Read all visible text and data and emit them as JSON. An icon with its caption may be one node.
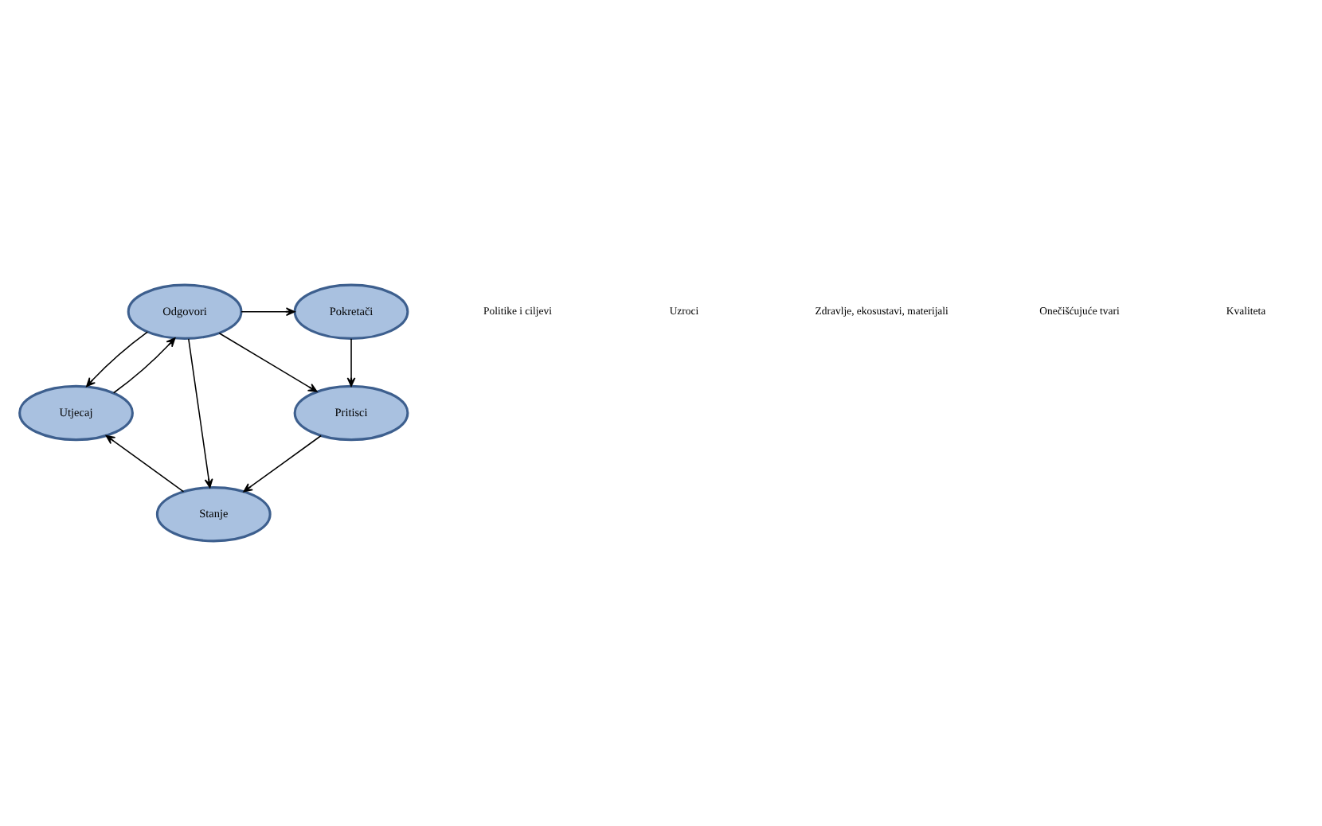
{
  "diagram": {
    "nodes": [
      {
        "text": [
          "Pokretači"
        ]
      },
      {
        "text": [
          "Odgovori"
        ]
      },
      {
        "text": [
          "Pritisci"
        ]
      },
      {
        "text": [
          "Utjecaj"
        ]
      },
      {
        "text": [
          "Stanje"
        ]
      }
    ],
    "edges": [
      {
        "from": 1,
        "to": 0,
        "arrow": "to"
      },
      {
        "from": 0,
        "to": 2,
        "arrow": "to"
      },
      {
        "from": 1,
        "to": 2,
        "arrow": "to"
      },
      {
        "from": 1,
        "to": 4,
        "arrow": "to"
      },
      {
        "from": 1,
        "to": 3,
        "arrow": "to"
      },
      {
        "from": 3,
        "to": 1,
        "arrow": "to"
      },
      {
        "from": 2,
        "to": 4,
        "arrow": "to"
      },
      {
        "from": 4,
        "to": 3,
        "arrow": "to"
      }
    ],
    "labels": [
      "Politike i ciljevi",
      "Uzroci",
      "Zdravlje, ekosustavi, materijali",
      "Onečišćujuće tvari",
      "Kvaliteta"
    ]
  }
}
